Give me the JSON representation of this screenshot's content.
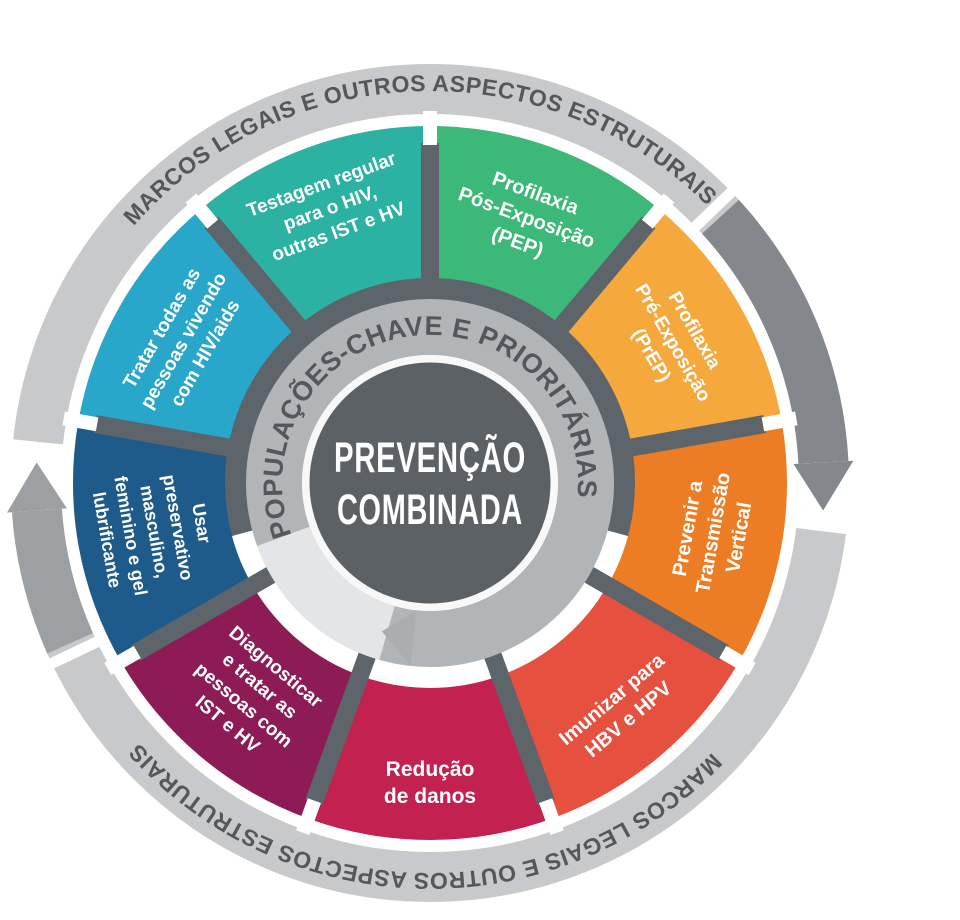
{
  "diagram": {
    "center": {
      "line1": "PREVENÇÃO",
      "line2": "COMBINADA"
    },
    "inner_ring_label": "POPULAÇÕES-CHAVE E PRIORITÁRIAS",
    "outer_ring_label_top": "MARCOS LEGAIS E OUTROS ASPECTOS ESTRUTURAIS",
    "outer_ring_label_bottom": "MARCOS LEGAIS E OUTROS ASPECTOS ESTRUTURAIS"
  },
  "colors": {
    "outer_ring": "#C7C9CB",
    "outer_arrow_right": "#84888C",
    "outer_arrow_left": "#9DA0A3",
    "ring_text": "#54585C",
    "inner_ring": "#B2B5B7",
    "inner_ring_light": "#E4E5E6",
    "inner_ring_arrow": "#ABAEB1",
    "wedge_rim": "#5D646A",
    "divider": "#5D646A",
    "notch": "#FFFFFF",
    "center_circle": "#5B6165",
    "center_text": "#FFFFFF",
    "wedge_text": "#FFFFFF"
  },
  "segments": [
    {
      "id": "pep",
      "label": "Profilaxia Pós-Exposição (PEP)",
      "lines": [
        "Profilaxia",
        "Pós-Exposição",
        "(PEP)"
      ],
      "color": "#3CB878",
      "mid_angle": 20,
      "text_rotation": 20,
      "font_size": 20,
      "label_radius": 282
    },
    {
      "id": "prep",
      "label": "Profilaxia Pré-Exposição (PrEP)",
      "lines": [
        "Profilaxia",
        "Pré-Exposição",
        "(PrEP)"
      ],
      "color": "#F5A83C",
      "mid_angle": 60,
      "text_rotation": 60,
      "font_size": 19,
      "label_radius": 280
    },
    {
      "id": "transmissao-vertical",
      "label": "Prevenir a Transmissão Vertical",
      "lines": [
        "Prevenir a",
        "Transmissão",
        "Vertical"
      ],
      "color": "#ED7D25",
      "mid_angle": 100,
      "text_rotation": -80,
      "font_size": 20,
      "label_radius": 288
    },
    {
      "id": "imunizar-hbv-hpv",
      "label": "Imunizar para HBV e HPV",
      "lines": [
        "Imunizar para",
        "HBV e HPV"
      ],
      "color": "#E6503F",
      "mid_angle": 140,
      "text_rotation": -40,
      "font_size": 20,
      "label_radius": 296
    },
    {
      "id": "reducao-de-danos",
      "label": "Redução de danos",
      "lines": [
        "Redução",
        "de danos"
      ],
      "color": "#C32150",
      "mid_angle": 180,
      "text_rotation": 0,
      "font_size": 21,
      "label_radius": 300
    },
    {
      "id": "diagnosticar-tratar",
      "label": "Diagnosticar e tratar as pessoas com IST e HV",
      "lines": [
        "Diagnosticar",
        "e tratar as",
        "pessoas com",
        "IST e HV"
      ],
      "color": "#8C1B56",
      "mid_angle": 220,
      "text_rotation": 40,
      "font_size": 19,
      "label_radius": 278
    },
    {
      "id": "usar-preservativo",
      "label": "Usar preservativo masculino, feminino e gel lubrificante",
      "lines": [
        "Usar",
        "preservativo",
        "masculino,",
        "feminino e gel",
        "lubrificante"
      ],
      "color": "#1E5B8A",
      "mid_angle": 260,
      "text_rotation": 80,
      "font_size": 18,
      "label_radius": 280
    },
    {
      "id": "tratar-pessoas-hiv",
      "label": "Tratar todas as pessoas vivendo com HIV/aids",
      "lines": [
        "Tratar todas as",
        "pessoas vivendo",
        "com HIV/aids"
      ],
      "color": "#28A7CA",
      "mid_angle": 300,
      "text_rotation": -60,
      "font_size": 19,
      "label_radius": 284
    },
    {
      "id": "testagem-regular",
      "label": "Testagem regular para o HIV, outras IST e HV",
      "lines": [
        "Testagem regular",
        "para o HIV,",
        "outras IST e HV"
      ],
      "color": "#2BB2A2",
      "mid_angle": 340,
      "text_rotation": -20,
      "font_size": 19,
      "label_radius": 292
    }
  ]
}
